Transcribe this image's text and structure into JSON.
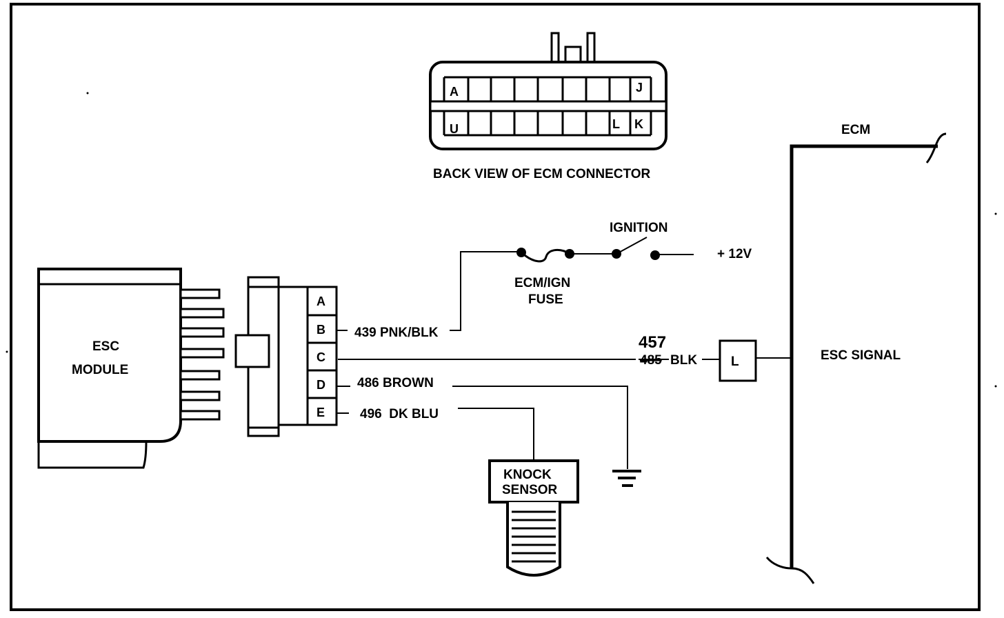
{
  "ecm_connector": {
    "caption": "BACK VIEW OF ECM CONNECTOR",
    "top_row_pins": [
      "A",
      "J"
    ],
    "bottom_row_pins": [
      "U",
      "L",
      "K"
    ]
  },
  "esc_module": {
    "label_line1": "ESC",
    "label_line2": "MODULE"
  },
  "harness_connector": {
    "pins": [
      "A",
      "B",
      "C",
      "D",
      "E"
    ]
  },
  "wires": {
    "b": "439 PNK/BLK",
    "c_new_number": "457",
    "c_old_number": "485",
    "c_color": "BLK",
    "d": "486 BROWN",
    "e": "496  DK BLU"
  },
  "fuse": {
    "label_line1": "ECM/IGN",
    "label_line2": "FUSE"
  },
  "ignition": {
    "label": "IGNITION"
  },
  "supply": {
    "label": "+ 12V"
  },
  "terminal": {
    "label": "L"
  },
  "ecm": {
    "label": "ECM",
    "signal_label": "ESC SIGNAL"
  },
  "knock_sensor": {
    "label_line1": "KNOCK",
    "label_line2": "SENSOR"
  },
  "colors": {
    "ink": "#000000",
    "paper": "#ffffff"
  }
}
